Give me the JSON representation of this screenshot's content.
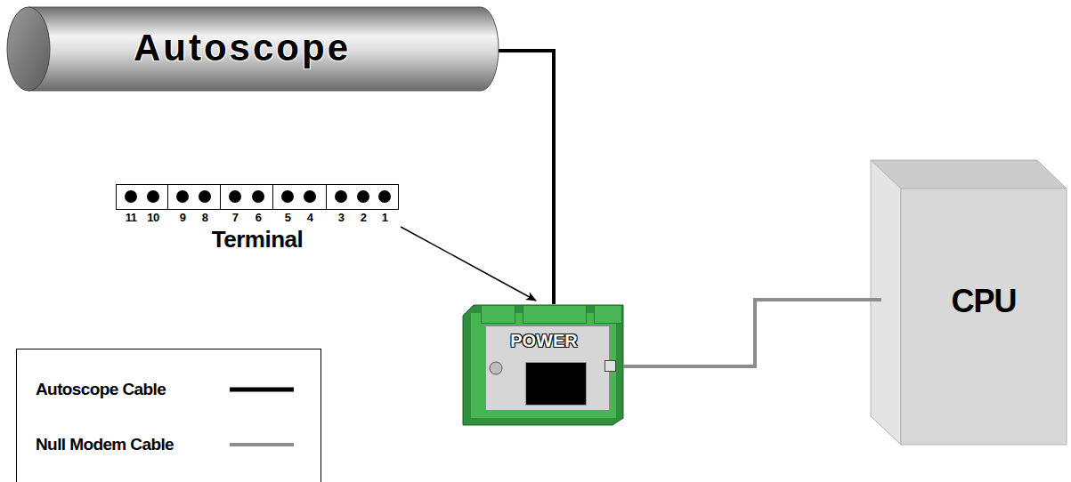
{
  "diagram": {
    "nodes": [
      {
        "text": [
          "Autoscope"
        ]
      },
      {
        "text": [
          "Terminal"
        ]
      },
      {
        "text": [
          "POWER"
        ]
      },
      {
        "text": [
          "CPU"
        ]
      }
    ],
    "edges": [
      {
        "from": 0,
        "to": 2,
        "arrow": "none"
      },
      {
        "from": 1,
        "to": 2,
        "arrow": "to"
      },
      {
        "from": 2,
        "to": 3,
        "arrow": "none"
      }
    ],
    "labels": [
      "11",
      "10",
      "9",
      "8",
      "7",
      "6",
      "5",
      "4",
      "3",
      "2",
      "1"
    ],
    "legend": [
      {
        "text": "Autoscope Cable"
      },
      {
        "text": "Null Modem Cable"
      }
    ]
  }
}
